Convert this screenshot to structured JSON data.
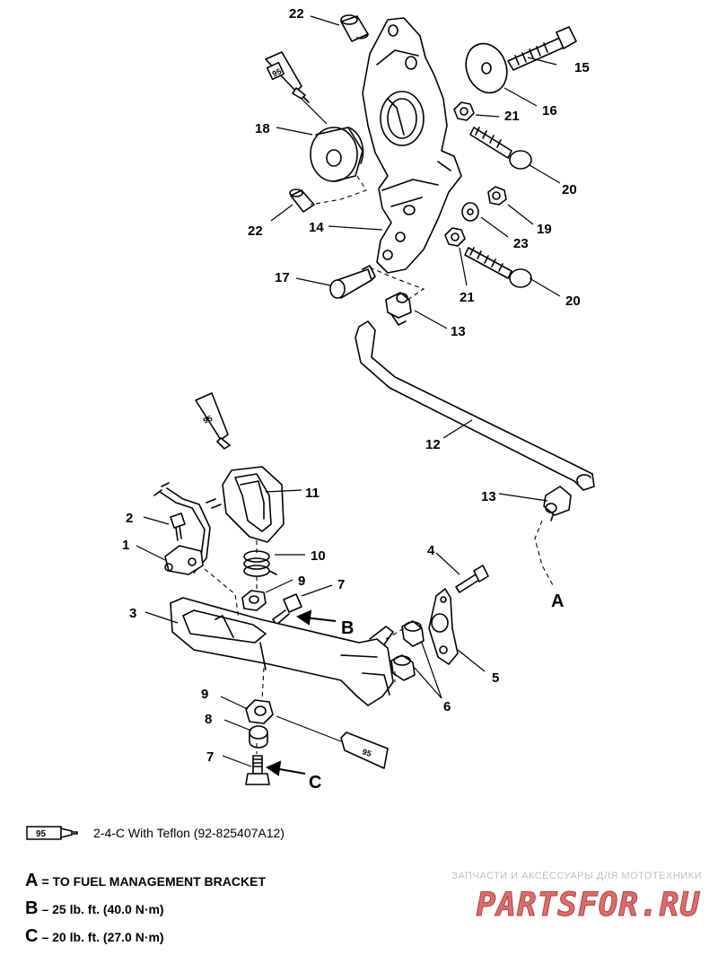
{
  "callouts": {
    "c1": "1",
    "c2": "2",
    "c3": "3",
    "c4": "4",
    "c5": "5",
    "c6": "6",
    "c7a": "7",
    "c7b": "7",
    "c8": "8",
    "c9a": "9",
    "c9b": "9",
    "c10": "10",
    "c11": "11",
    "c12": "12",
    "c13a": "13",
    "c13b": "13",
    "c14": "14",
    "c15": "15",
    "c16": "16",
    "c17": "17",
    "c18": "18",
    "c19": "19",
    "c20a": "20",
    "c20b": "20",
    "c21a": "21",
    "c21b": "21",
    "c22a": "22",
    "c22b": "22",
    "c23": "23",
    "letterA": "A",
    "letterB": "B",
    "letterC": "C"
  },
  "tube_label": "95",
  "legend": {
    "tube_code": "95",
    "tube_text": "2-4-C  With Teflon (92-825407A12)",
    "notes": [
      {
        "key": "A",
        "text": "= TO FUEL MANAGEMENT BRACKET"
      },
      {
        "key": "B",
        "text": "– 25 lb. ft. (40.0 N·m)"
      },
      {
        "key": "C",
        "text": "– 20 lb. ft. (27.0 N·m)"
      }
    ]
  },
  "watermark": {
    "top_text": "ЗАПЧАСТИ И АКСЕССУАРЫ ДЛЯ МОТОТЕХНИКИ",
    "logo_text": "PARTSFOR.RU"
  },
  "colors": {
    "line": "#000000",
    "watermark": "#c91c1c",
    "watermark_gray": "#bfbfbf"
  }
}
